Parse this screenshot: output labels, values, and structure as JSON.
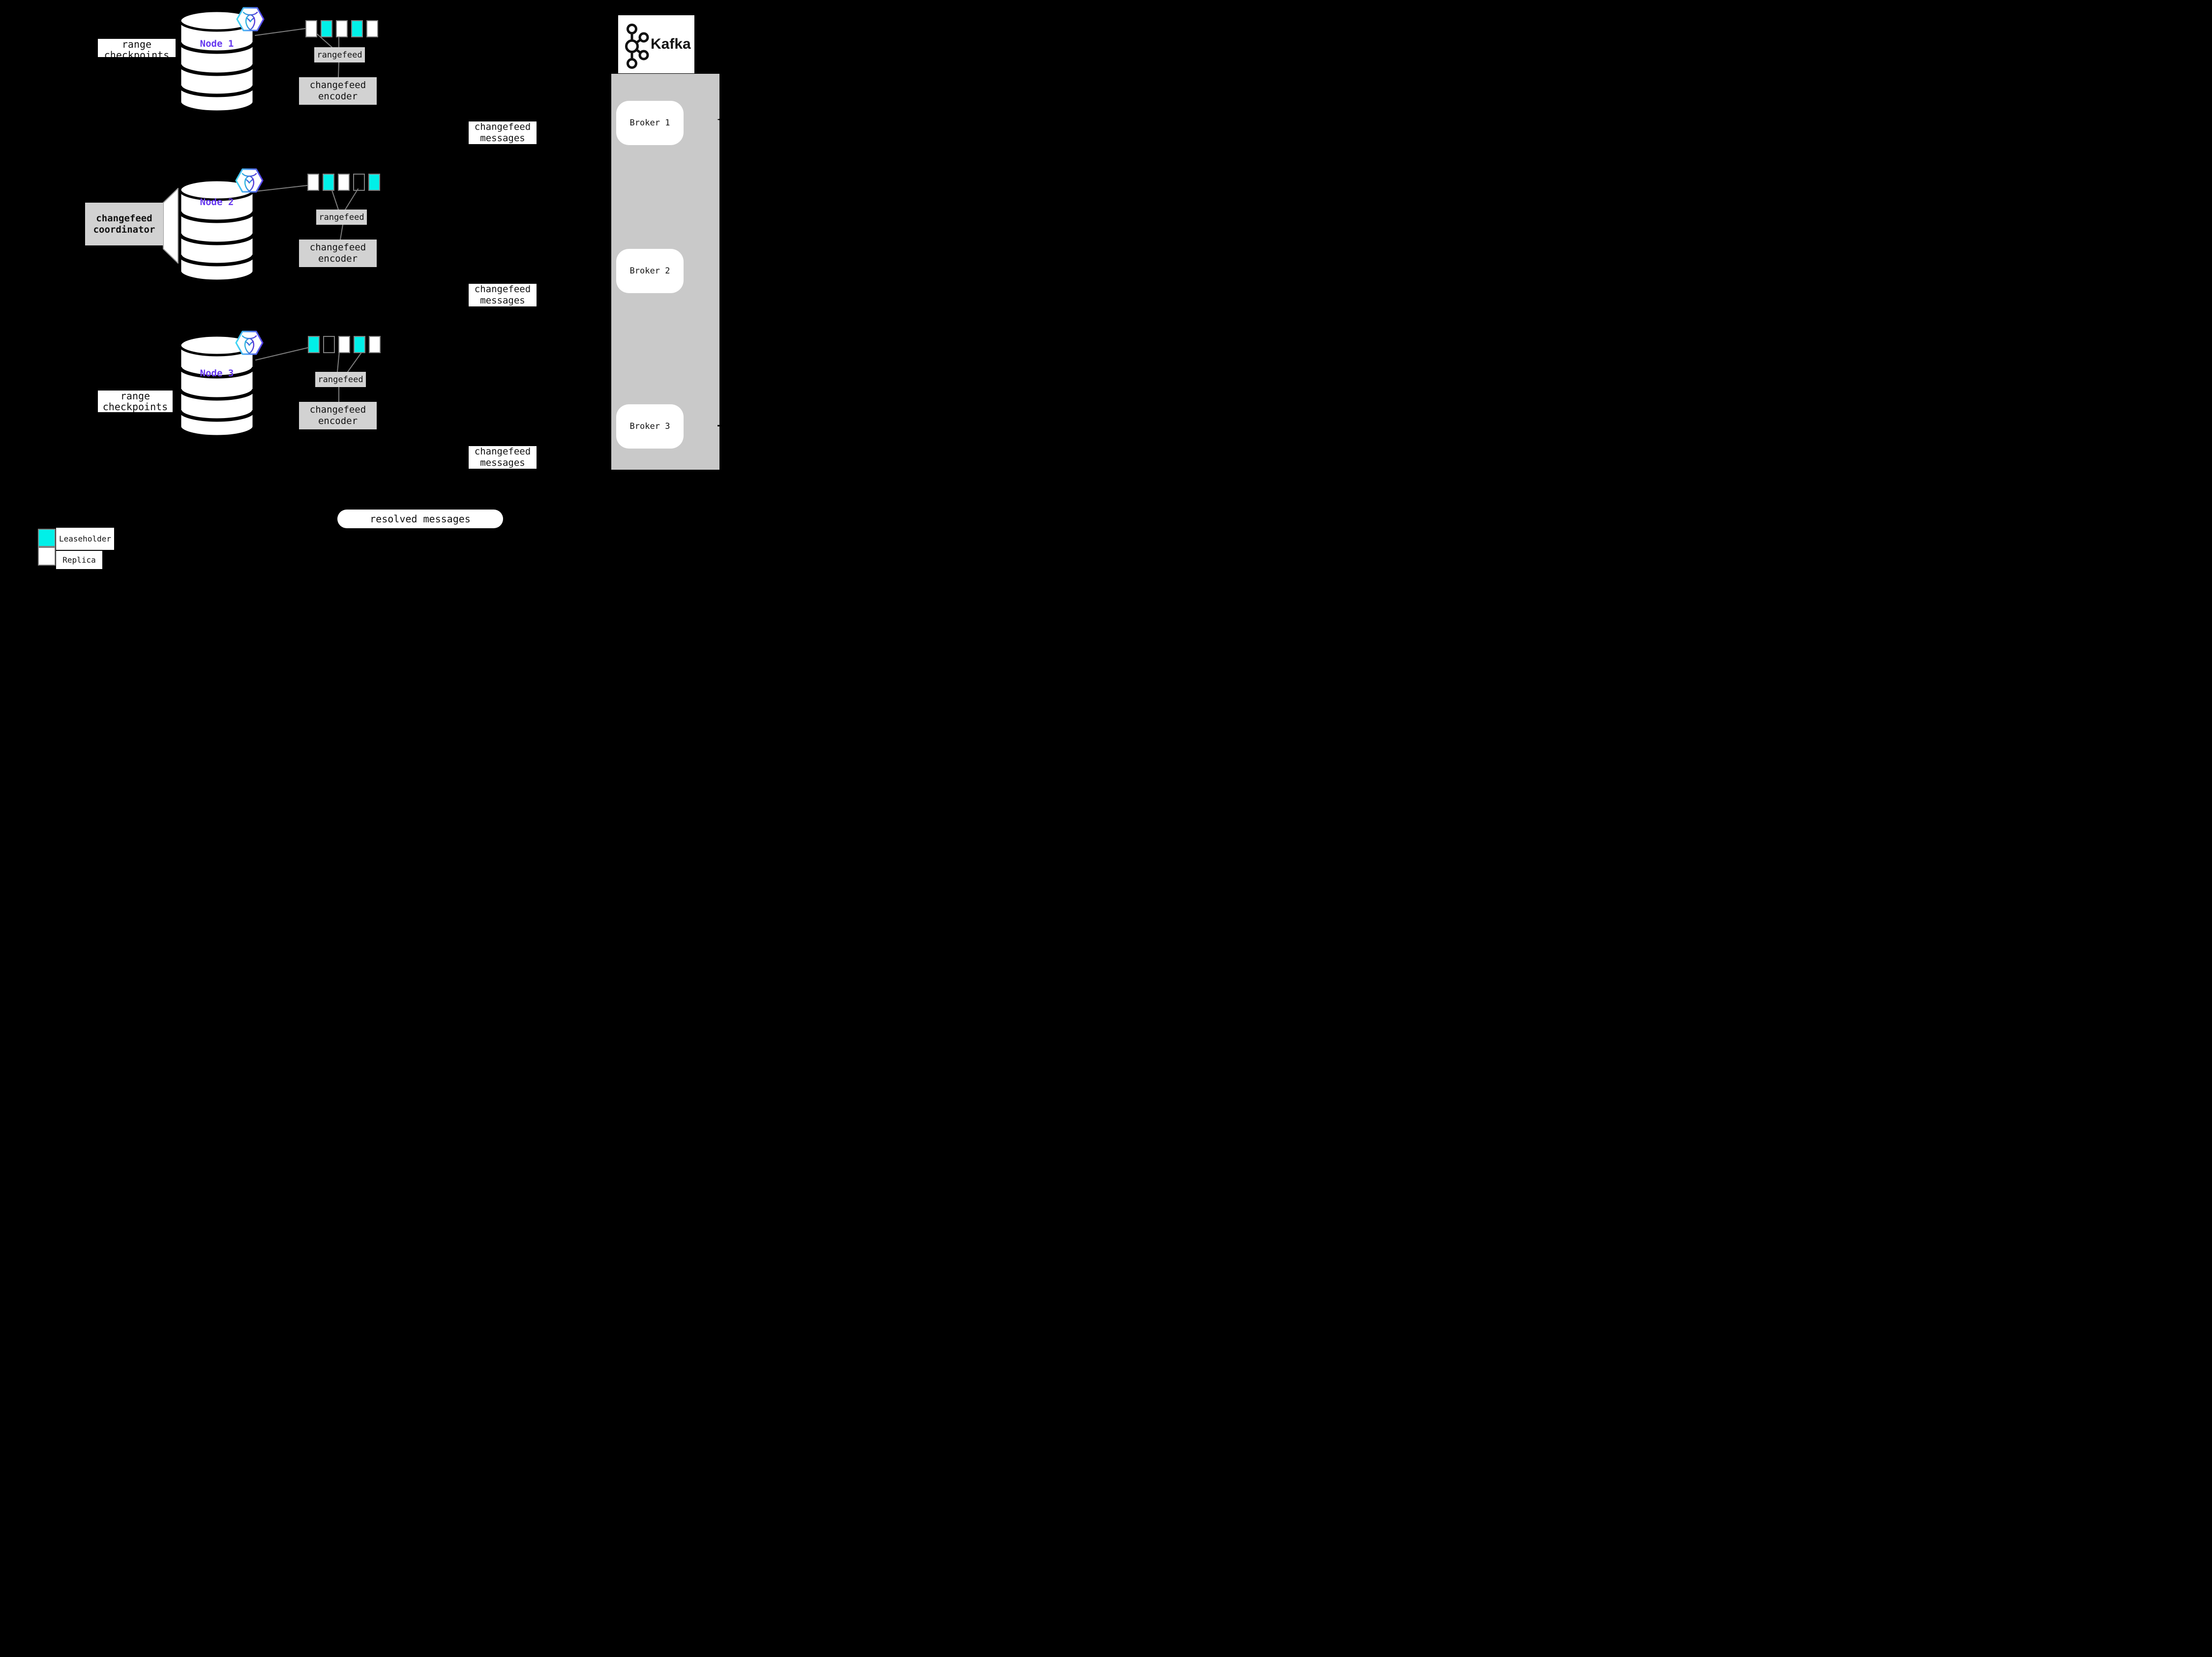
{
  "colors": {
    "background": "#000000",
    "leaseholder": "#00f0e8",
    "replica": "#ffffff",
    "node_label": "#6638ef",
    "box_gray": "#d2d2d2",
    "container_gray": "#c9c9c9",
    "border_gray": "#7f7f7f",
    "line_gray": "#7d7d7d",
    "hex_start": "#3fd9f4",
    "hex_end": "#5a43ee"
  },
  "nodes": [
    {
      "label": "Node 1",
      "ranges": [
        "replica",
        "leaseholder",
        "replica",
        "leaseholder",
        "replica"
      ]
    },
    {
      "label": "Node 2",
      "ranges": [
        "replica",
        "leaseholder",
        "replica",
        "none",
        "leaseholder"
      ]
    },
    {
      "label": "Node 3",
      "ranges": [
        "leaseholder",
        "none",
        "replica",
        "leaseholder",
        "replica"
      ]
    }
  ],
  "labels": {
    "rangefeed": "rangefeed",
    "encoder": [
      "changefeed",
      "encoder"
    ],
    "messages": [
      "changefeed",
      "messages"
    ],
    "range_checkpoints": [
      "range",
      "checkpoints"
    ],
    "coordinator": [
      "changefeed",
      "coordinator"
    ],
    "resolved_messages": "resolved messages"
  },
  "kafka": {
    "title": "Kafka",
    "brokers": [
      "Broker 1",
      "Broker 2",
      "Broker 3"
    ]
  },
  "legend": [
    {
      "label": "Leaseholder",
      "type": "leaseholder"
    },
    {
      "label": "Replica",
      "type": "replica"
    }
  ]
}
